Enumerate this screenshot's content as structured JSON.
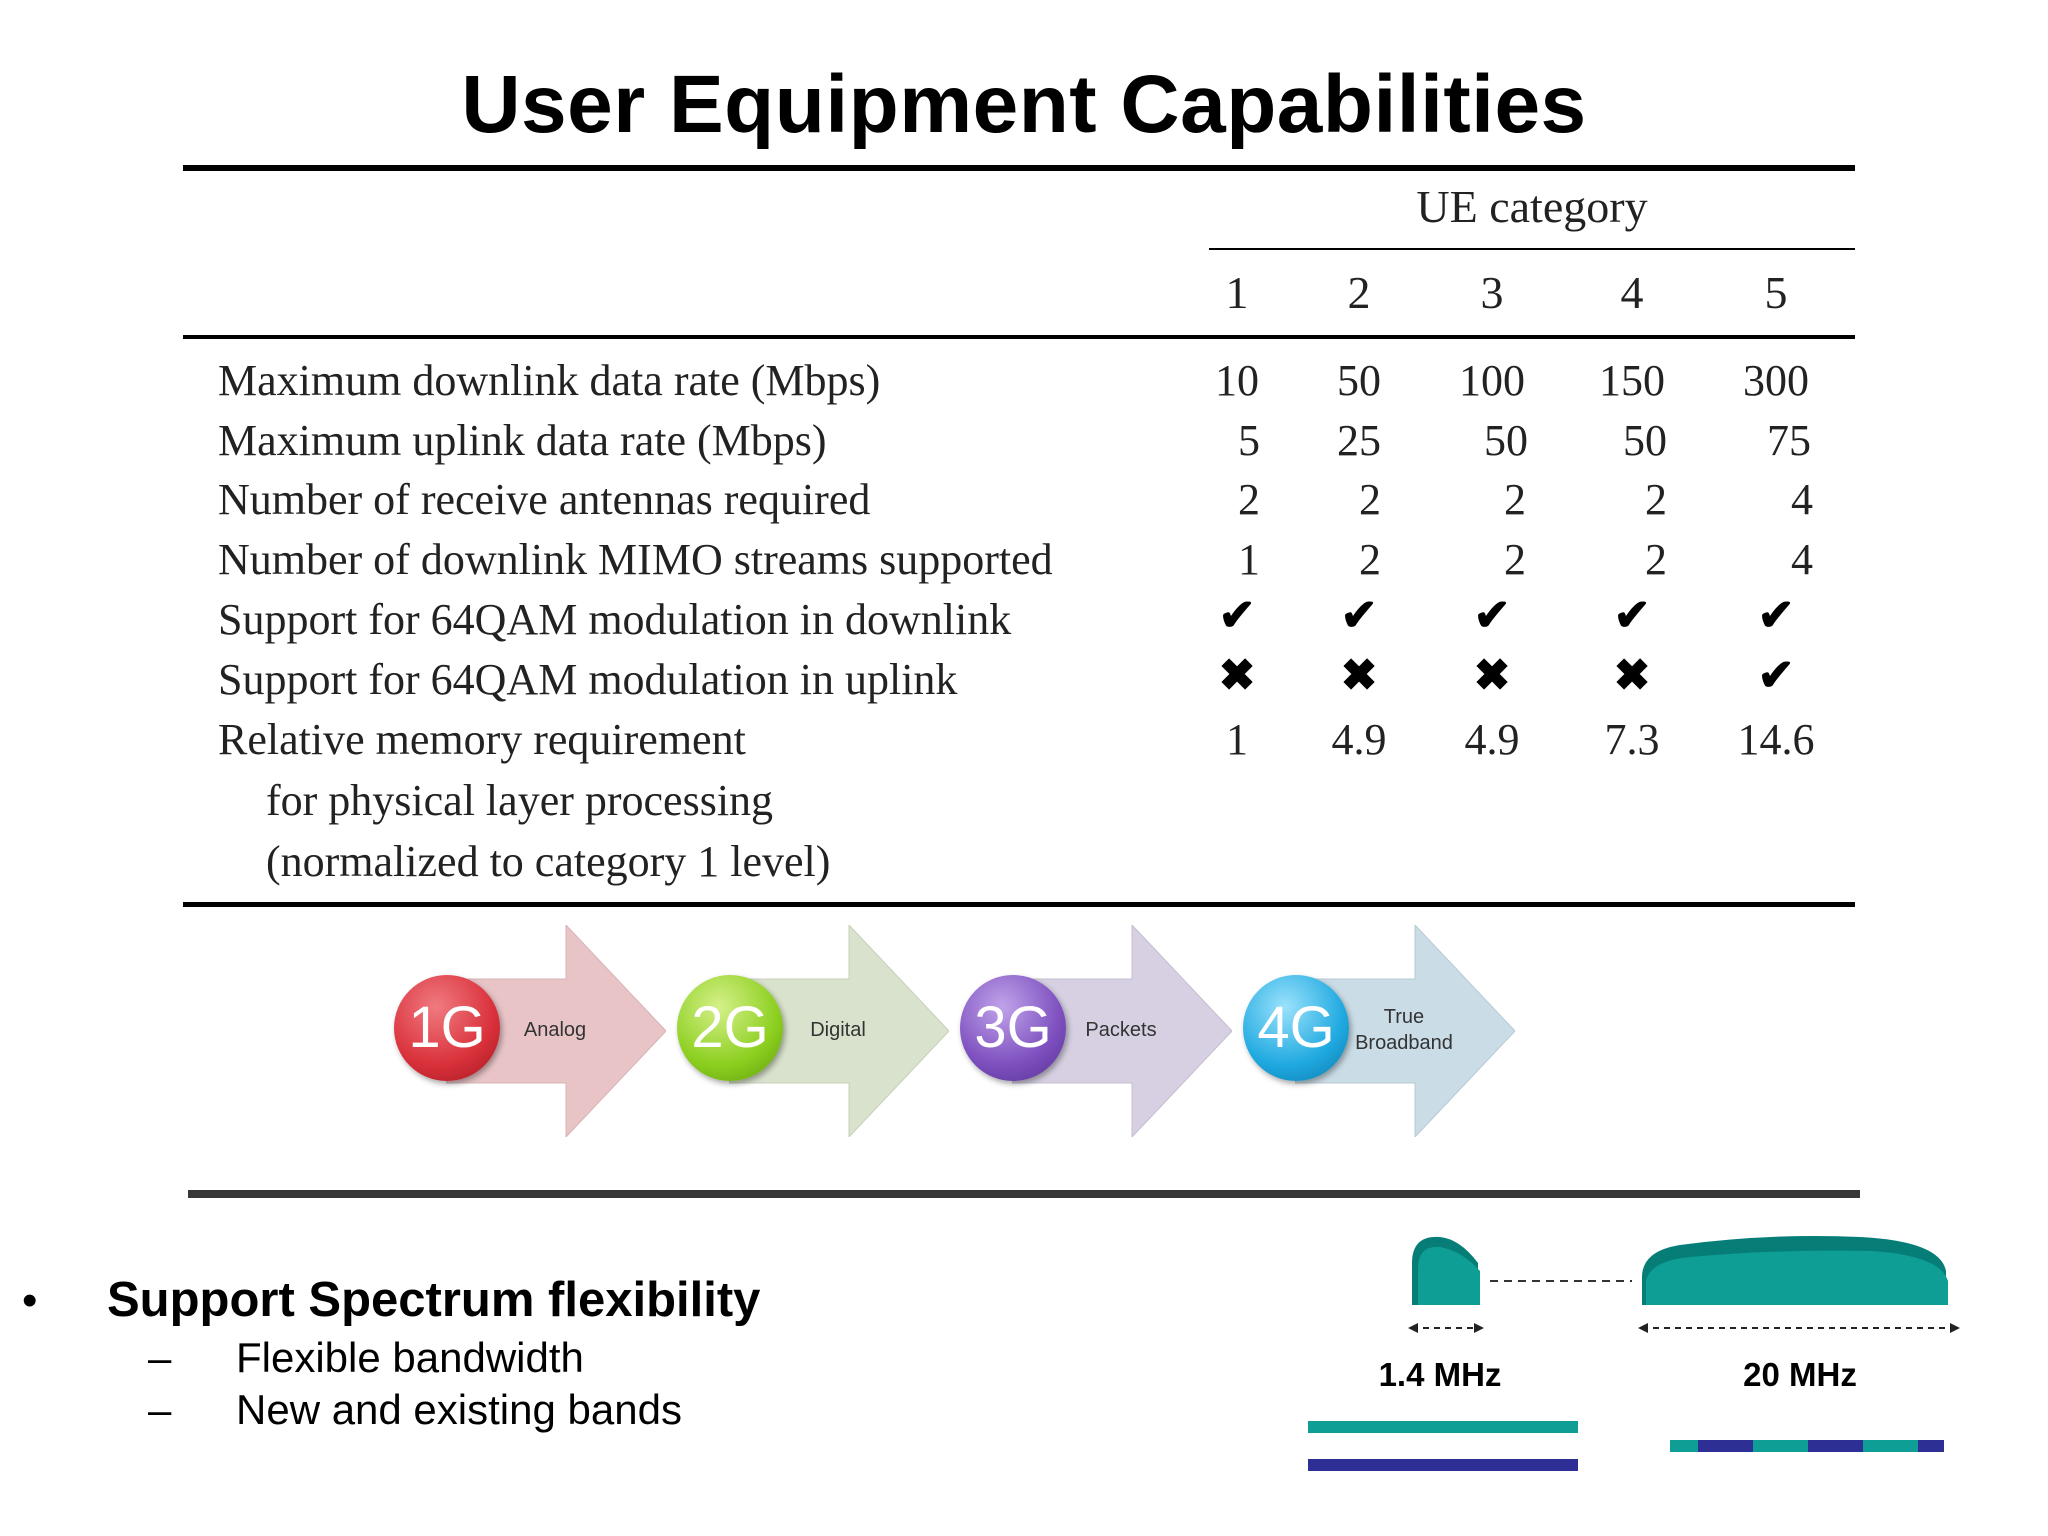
{
  "title": "User Equipment Capabilities",
  "table": {
    "group_header": "UE category",
    "columns": [
      "1",
      "2",
      "3",
      "4",
      "5"
    ],
    "rows": [
      {
        "label": "Maximum downlink data rate (Mbps)",
        "values": [
          "10",
          "50",
          "100",
          "150",
          "300"
        ]
      },
      {
        "label": "Maximum uplink data rate (Mbps)",
        "values": [
          "5",
          "25",
          "50",
          "50",
          "75"
        ]
      },
      {
        "label": "Number of receive antennas required",
        "values": [
          "2",
          "2",
          "2",
          "2",
          "4"
        ]
      },
      {
        "label": "Number of downlink MIMO streams supported",
        "values": [
          "1",
          "2",
          "2",
          "2",
          "4"
        ]
      },
      {
        "label": "Support for 64QAM modulation in downlink",
        "values": [
          "✔",
          "✔",
          "✔",
          "✔",
          "✔"
        ]
      },
      {
        "label": "Support for 64QAM modulation in uplink",
        "values": [
          "✖",
          "✖",
          "✖",
          "✖",
          "✔"
        ]
      },
      {
        "label": "Relative memory requirement",
        "label_cont": [
          "for physical layer processing",
          "(normalized to category 1 level)"
        ],
        "values": [
          "1",
          "4.9",
          "4.9",
          "7.3",
          "14.6"
        ]
      }
    ]
  },
  "generations": [
    {
      "badge": "1G",
      "label": "Analog",
      "color": "#d9303a",
      "arrow": "#e8c4c7"
    },
    {
      "badge": "2G",
      "label": "Digital",
      "color": "#8ccf1f",
      "arrow": "#d8e2cc"
    },
    {
      "badge": "3G",
      "label": "Packets",
      "color": "#7d4fbf",
      "arrow": "#d6d0e2"
    },
    {
      "badge": "4G",
      "label": "True Broadband",
      "label_lines": [
        "True",
        "Broadband"
      ],
      "color": "#1fa9e0",
      "arrow": "#cadce6"
    }
  ],
  "bullets": {
    "main": "Support Spectrum flexibility",
    "bullet_symbol": "•",
    "dash_symbol": "–",
    "subs": [
      "Flexible bandwidth",
      "New and existing bands"
    ]
  },
  "spectrum": {
    "narrow_label": "1.4 MHz",
    "wide_label": "20 MHz",
    "colors": {
      "teal": "#0e9e95",
      "navy": "#2e2f95"
    }
  }
}
